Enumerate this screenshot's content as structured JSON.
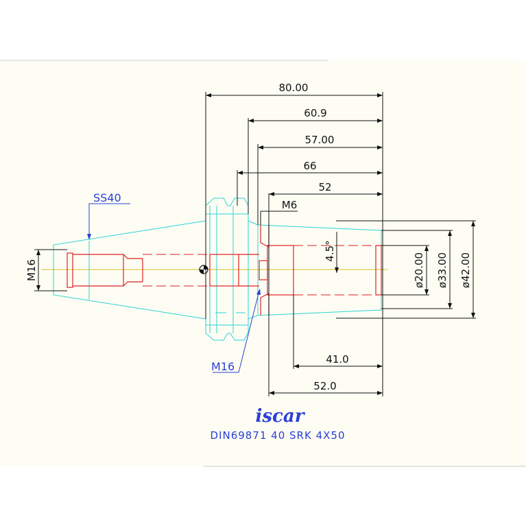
{
  "drawing": {
    "dimensions": {
      "d80": "80.00",
      "d609": "60.9",
      "d57": "57.00",
      "d66": "66",
      "d52": "52",
      "m6": "M6",
      "angle": "4.5°",
      "dia20": "ø20.00",
      "dia33": "ø33.00",
      "dia42": "ø42.00",
      "d41": "41.0",
      "d520": "52.0"
    },
    "labels": {
      "ss40": "SS40",
      "m16_left": "M16",
      "m16_bottom": "M16"
    },
    "logo_text": "iscar",
    "title": "DIN69871  40  SRK  4X50"
  },
  "colors": {
    "background": "#ffffff",
    "panel": "#fdfdf4",
    "dimension": "#111111",
    "outline": "#2bd4d4",
    "bore": "#e02020",
    "label": "#2b3fd6",
    "centerline": "#d8c020"
  }
}
